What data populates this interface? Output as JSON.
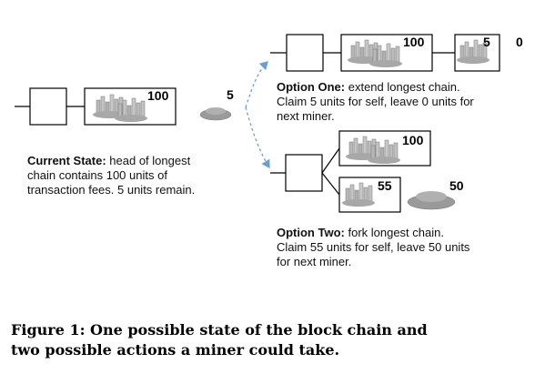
{
  "current_state": {
    "heading": "Current State:",
    "body": " head of longest\nchain contains 100 units of\ntransaction fees. 5 units remain.",
    "block_fee": "100",
    "remaining": "5"
  },
  "option_one": {
    "heading": "Option One:",
    "body": " extend longest chain.\nClaim 5 units for self, leave 0 units for\nnext miner.",
    "block_fee": "100",
    "new_block_fee": "5",
    "remaining": "0"
  },
  "option_two": {
    "heading": "Option Two:",
    "body": " fork longest chain.\nClaim 55 units for self, leave 50 units\nfor next miner.",
    "top_block_fee": "100",
    "fork_block_fee": "55",
    "remaining": "50"
  },
  "caption": "Figure 1: One possible state of the block chain and\ntwo possible actions a miner could take.",
  "colors": {
    "arrow": "#6a9fd4",
    "coins": "#9a9a9a",
    "line": "#000000"
  }
}
